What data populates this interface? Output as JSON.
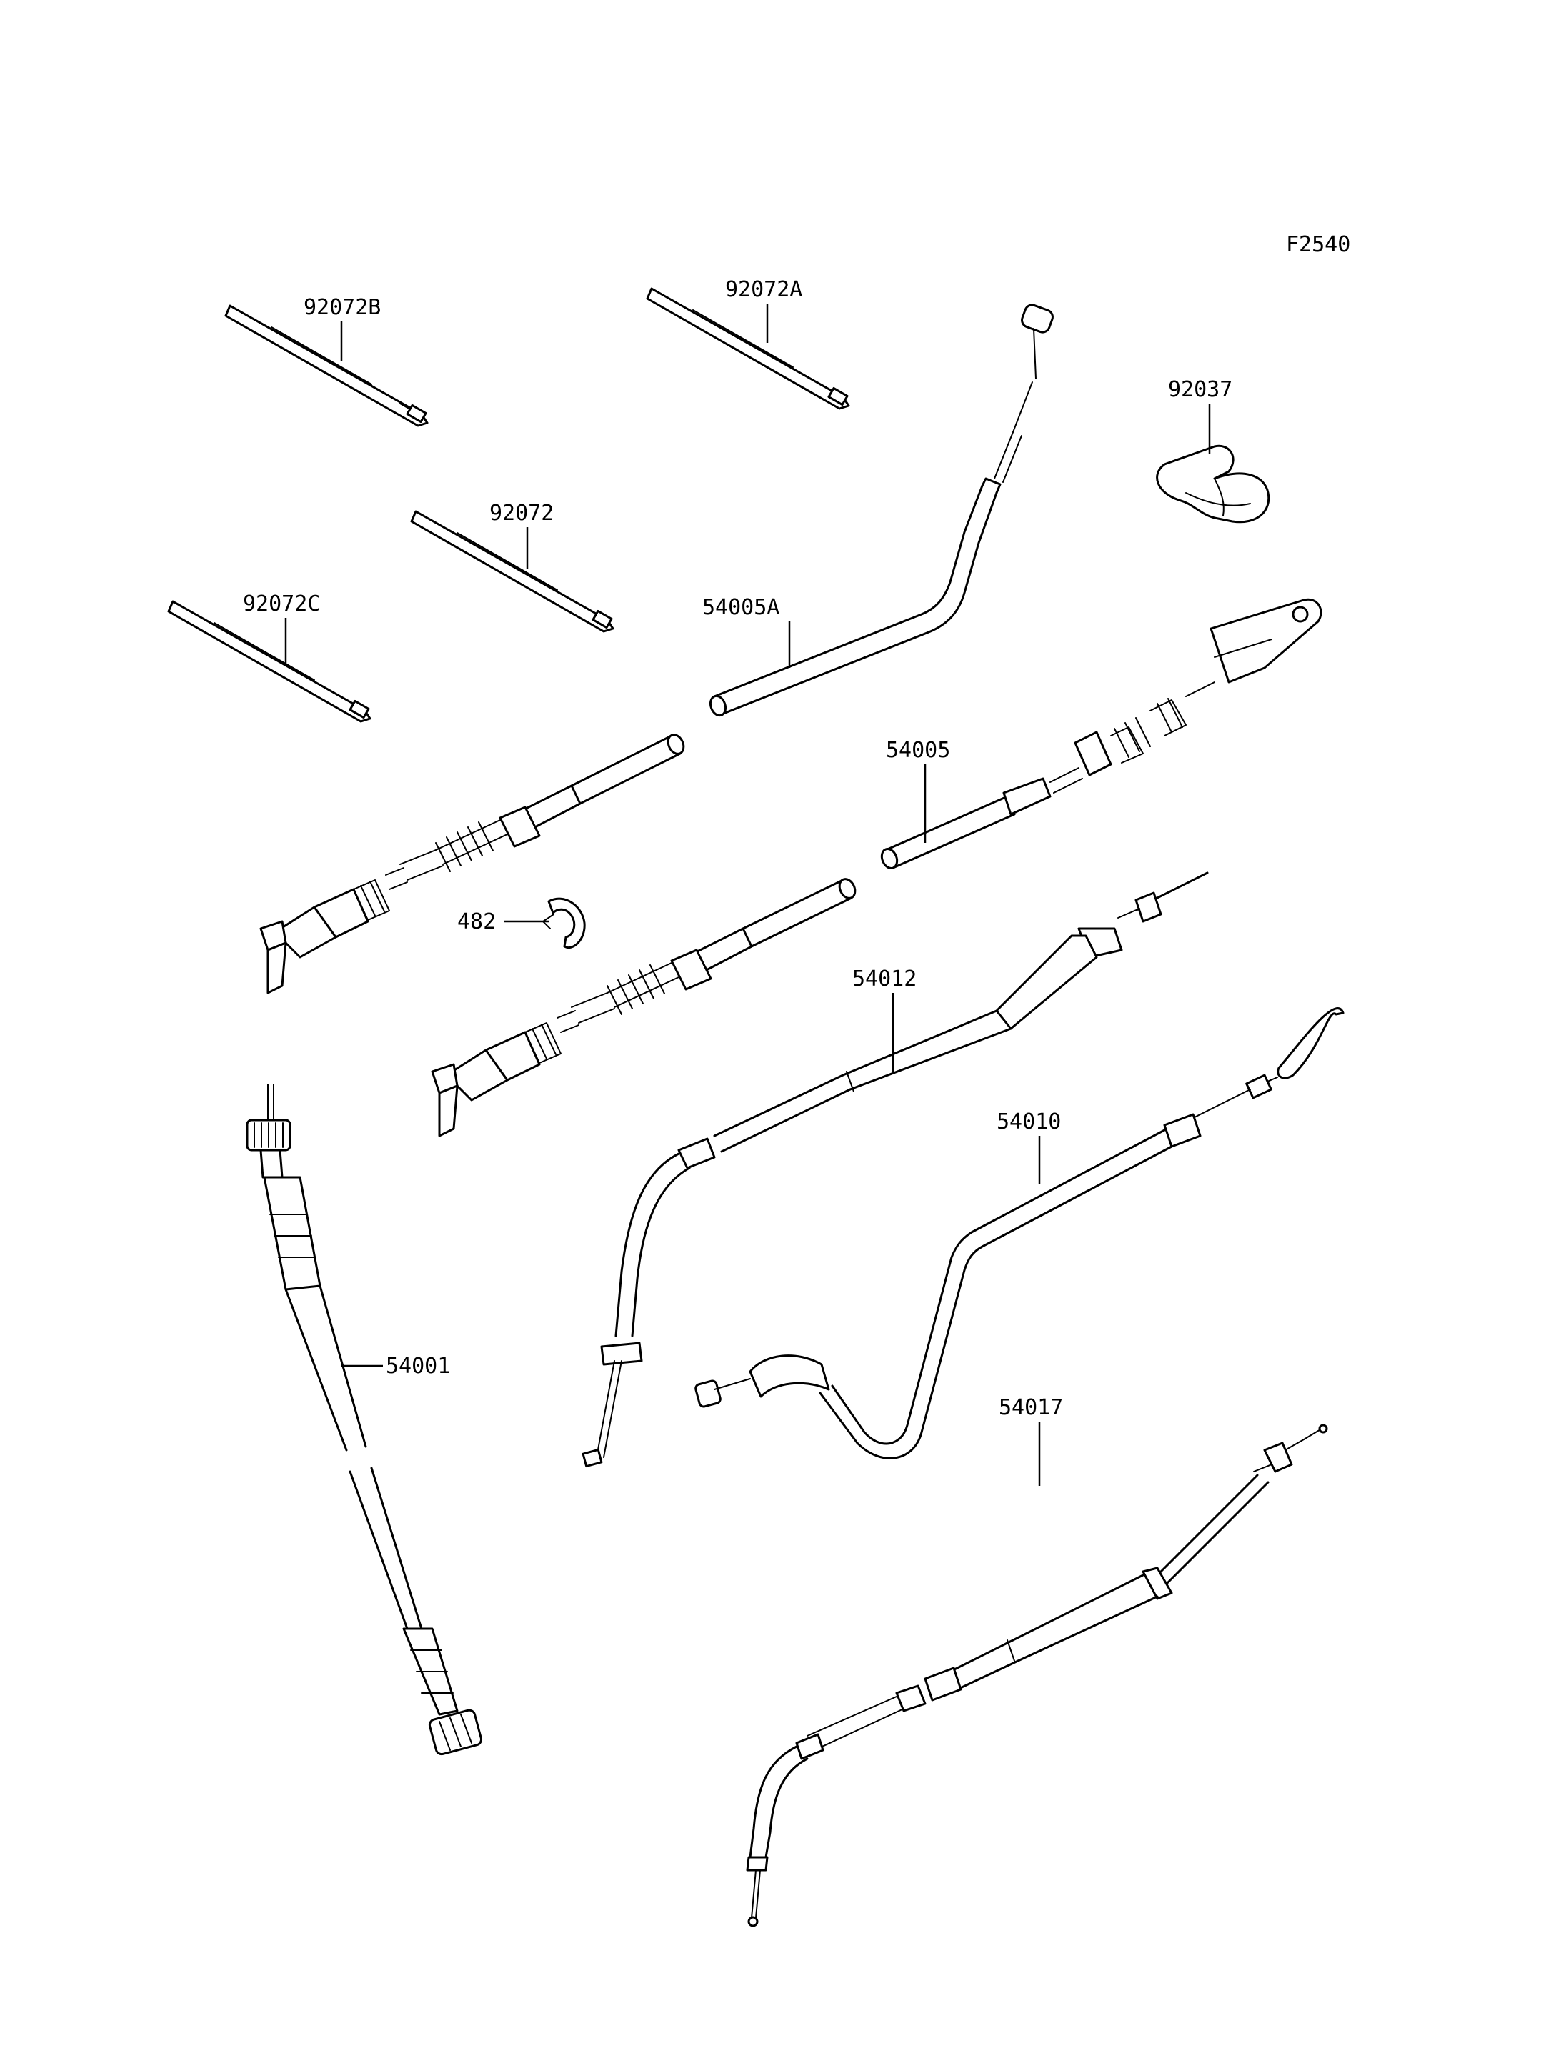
{
  "diagram": {
    "figure_code": "F2540",
    "callouts": [
      {
        "id": "c-92072B",
        "label": "92072B"
      },
      {
        "id": "c-92072A",
        "label": "92072A"
      },
      {
        "id": "c-92037",
        "label": "92037"
      },
      {
        "id": "c-92072",
        "label": "92072"
      },
      {
        "id": "c-92072C",
        "label": "92072C"
      },
      {
        "id": "c-54005A",
        "label": "54005A"
      },
      {
        "id": "c-54005",
        "label": "54005"
      },
      {
        "id": "c-482",
        "label": "482"
      },
      {
        "id": "c-54012",
        "label": "54012"
      },
      {
        "id": "c-54010",
        "label": "54010"
      },
      {
        "id": "c-54001",
        "label": "54001"
      },
      {
        "id": "c-54017",
        "label": "54017"
      }
    ]
  }
}
